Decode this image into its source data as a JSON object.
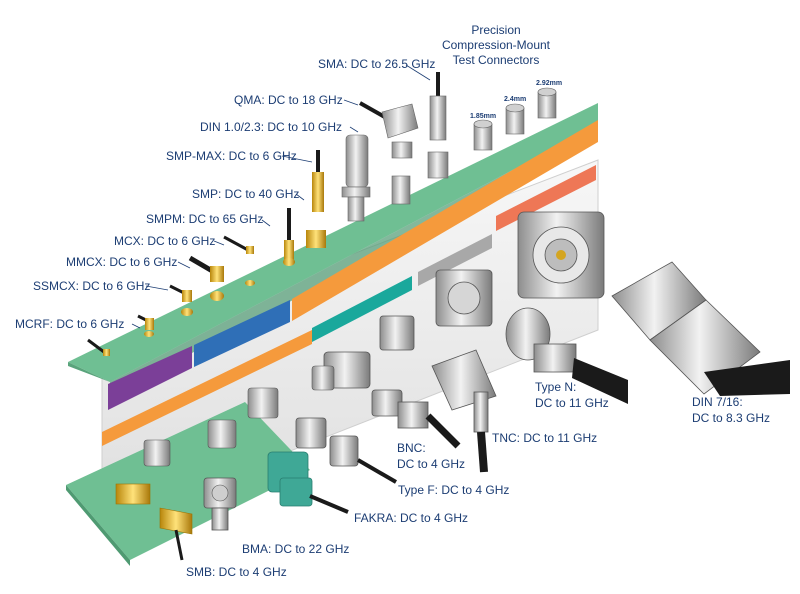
{
  "precision_heading": {
    "line1": "Precision",
    "line2": "Compression-Mount",
    "line3": "Test Connectors"
  },
  "precision_sizes": [
    "1.85mm",
    "2.4mm",
    "2.92mm"
  ],
  "top_board_labels": {
    "sma": "SMA: DC to 26.5 GHz",
    "qma": "QMA: DC to 18 GHz",
    "din_10_23": "DIN 1.0/2.3: DC to 10 GHz",
    "smp_max": "SMP-MAX: DC to 6 GHz",
    "smp": "SMP: DC to 40 GHz",
    "smpm": "SMPM: DC to 65 GHz",
    "mcx": "MCX: DC to 6 GHz",
    "mmcx": "MMCX: DC to 6 GHz",
    "ssmcx": "SSMCX: DC to 6 GHz",
    "mcrf": "MCRF: DC to 6 GHz"
  },
  "bottom_labels": {
    "type_n": {
      "line1": "Type N:",
      "line2": "DC to 11 GHz"
    },
    "din_716": {
      "line1": "DIN 7/16:",
      "line2": "DC to 8.3 GHz"
    },
    "tnc": "TNC: DC to 11 GHz",
    "bnc": {
      "line1": "BNC:",
      "line2": "DC to 4 GHz"
    },
    "type_f": "Type F: DC to 4 GHz",
    "fakra": "FAKRA: DC to 4 GHz",
    "bma": "BMA: DC to 22 GHz",
    "smb": "SMB: DC to 4 GHz"
  },
  "colors": {
    "pcb_green": "#6fbf93",
    "orange_band": "#f59a3c",
    "purple_band": "#7b3f98",
    "blue_band": "#2f6fb7",
    "teal_band": "#1aa89c",
    "gray_band": "#a8a8a8",
    "salmon_band": "#ee7756",
    "panel_gray": "#ededed",
    "label_blue": "#1c3d73",
    "gold": "#e0b42a",
    "cable_black": "#1a1a1a",
    "fakra_green": "#3fa896"
  }
}
